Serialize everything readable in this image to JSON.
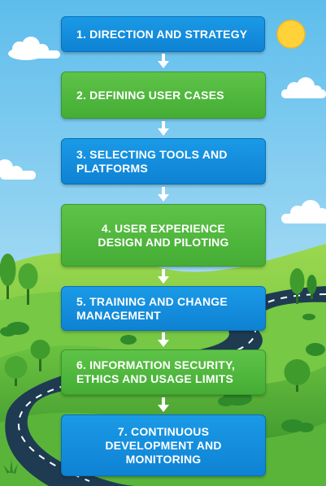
{
  "steps": [
    {
      "label": "1. DIRECTION AND STRATEGY",
      "color": "blue"
    },
    {
      "label": "2. DEFINING USER CASES",
      "color": "green"
    },
    {
      "label": "3. SELECTING TOOLS AND\nPLATFORMS",
      "color": "blue"
    },
    {
      "label": "4. USER EXPERIENCE\nDESIGN AND PILOTING",
      "color": "green"
    },
    {
      "label": "5. TRAINING AND CHANGE\nMANAGEMENT",
      "color": "blue"
    },
    {
      "label": "6. INFORMATION SECURITY,\nETHICS AND USAGE LIMITS",
      "color": "green"
    },
    {
      "label": "7. CONTINUOUS\nDEVELOPMENT AND\nMONITORING",
      "color": "blue"
    }
  ],
  "colors": {
    "sky_top": "#6cc3ee",
    "sky_bottom": "#cdebf8",
    "sun": "#ffd23a",
    "grass_light": "#8fd14a",
    "grass_dark": "#3f9c2c",
    "road": "#1f3b52",
    "box_blue": "#1290dd",
    "box_green": "#52b93f"
  }
}
